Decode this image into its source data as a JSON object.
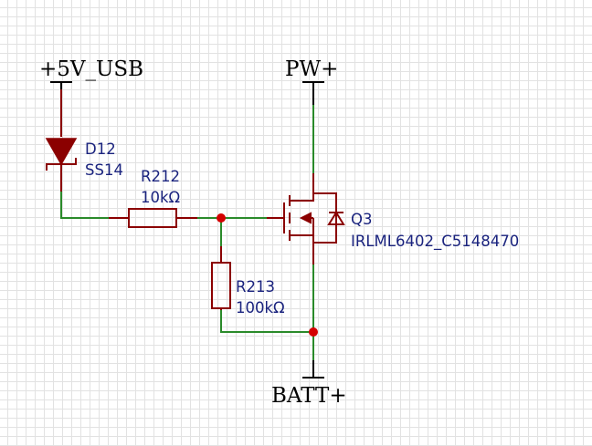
{
  "colors": {
    "wire": "#2a8a2a",
    "component": "#8b0000",
    "junction": "#d40000",
    "power_port": "#000000",
    "label": "#1a237e",
    "grid": "#e2e2e2"
  },
  "nets": {
    "usb": "+5V_USB",
    "pw": "PW+",
    "batt": "BATT+"
  },
  "components": {
    "d12": {
      "designator": "D12",
      "value": "SS14"
    },
    "r212": {
      "designator": "R212",
      "value": "10kΩ"
    },
    "r213": {
      "designator": "R213",
      "value": "100kΩ"
    },
    "q3": {
      "designator": "Q3",
      "value": "IRLML6402_C5148470"
    }
  },
  "icons": {
    "power_port": "power-bar-icon",
    "diode": "schottky-diode-icon",
    "resistor": "resistor-icon",
    "mosfet": "p-channel-mosfet-icon",
    "junction": "junction-dot-icon"
  }
}
